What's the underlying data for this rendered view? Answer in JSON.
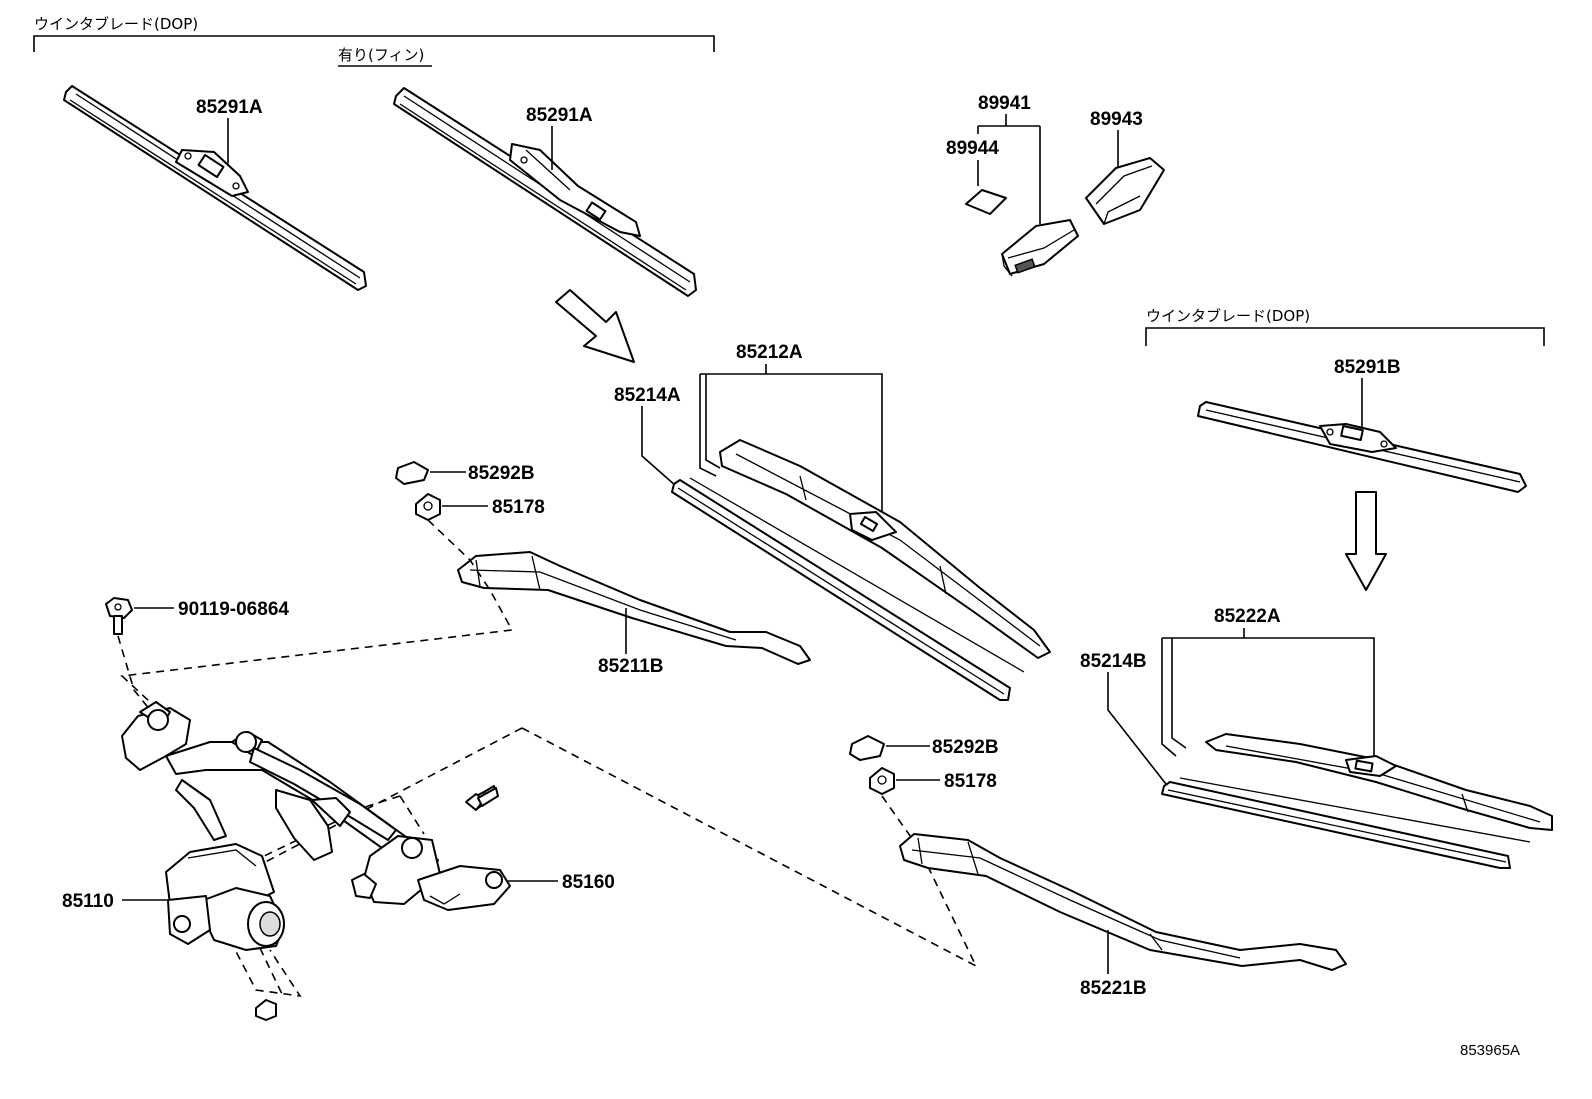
{
  "headers": {
    "wiper_blade_dop_left": "ウインタブレード(DOP)",
    "with_fin": "有り(フィン)",
    "wiper_blade_dop_right": "ウインタブレード(DOP)"
  },
  "part_numbers": {
    "p85291A_left": "85291A",
    "p85291A_right": "85291A",
    "p89941": "89941",
    "p89944": "89944",
    "p89943": "89943",
    "p85212A": "85212A",
    "p85214A": "85214A",
    "p85291B": "85291B",
    "p85292B_upper": "85292B",
    "p85178_upper": "85178",
    "p90119": "90119-06864",
    "p85211B": "85211B",
    "p85222A": "85222A",
    "p85214B": "85214B",
    "p85292B_lower": "85292B",
    "p85178_lower": "85178",
    "p85160": "85160",
    "p85110": "85110",
    "p85221B": "85221B"
  },
  "figure_number": "853965A"
}
